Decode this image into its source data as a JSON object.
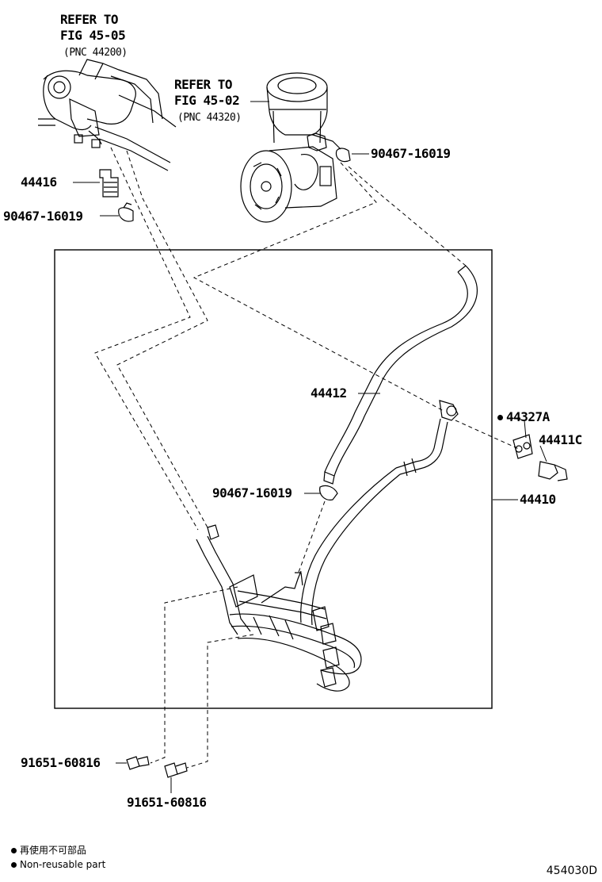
{
  "refs": {
    "ref1": {
      "line1": "REFER TO",
      "line2": "FIG 45-05",
      "pnc": "(PNC 44200)"
    },
    "ref2": {
      "line1": "REFER TO",
      "line2": "FIG 45-02",
      "pnc": "(PNC 44320)"
    }
  },
  "parts": {
    "p44416": "44416",
    "clamp_top_left": "90467-16019",
    "clamp_top_right": "90467-16019",
    "p44412": "44412",
    "clamp_mid": "90467-16019",
    "p44327A": "44327A",
    "p44411C": "44411C",
    "p44410": "44410",
    "bolt1": "91651-60816",
    "bolt2": "91651-60816"
  },
  "legend": {
    "line1": "再使用不可部品",
    "line2": "Non-reusable part"
  },
  "figure_id": "454030D"
}
